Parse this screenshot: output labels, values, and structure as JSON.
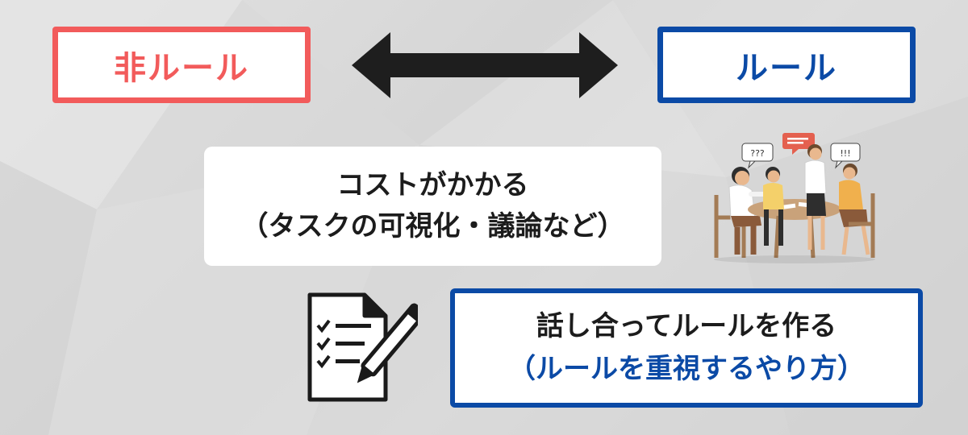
{
  "nonrule_box": {
    "label": "非ルール",
    "color": "#f25b5b"
  },
  "rule_box": {
    "label": "ルール",
    "color": "#0b4aa6"
  },
  "cost_box": {
    "line1": "コストがかかる",
    "line2": "（タスクの可視化・議論など）"
  },
  "method_box": {
    "line1": "話し合ってルールを作る",
    "line2": "（ルールを重視するやり方）"
  },
  "meeting_illustration": {
    "bubble_left": "???",
    "bubble_right": "!!!"
  },
  "icons": {
    "arrow": "double-arrow-icon",
    "meeting": "meeting-people-icon",
    "document": "checklist-pen-icon"
  }
}
